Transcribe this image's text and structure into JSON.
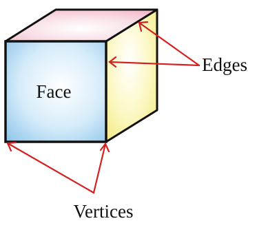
{
  "diagram": {
    "labels": {
      "face": "Face",
      "edges": "Edges",
      "vertices": "Vertices"
    },
    "colors": {
      "front_face": "#b9dcf3",
      "top_face": "#f6c8d3",
      "side_face": "#f9f3a0",
      "outline": "#111111",
      "arrow": "#d42020"
    }
  }
}
